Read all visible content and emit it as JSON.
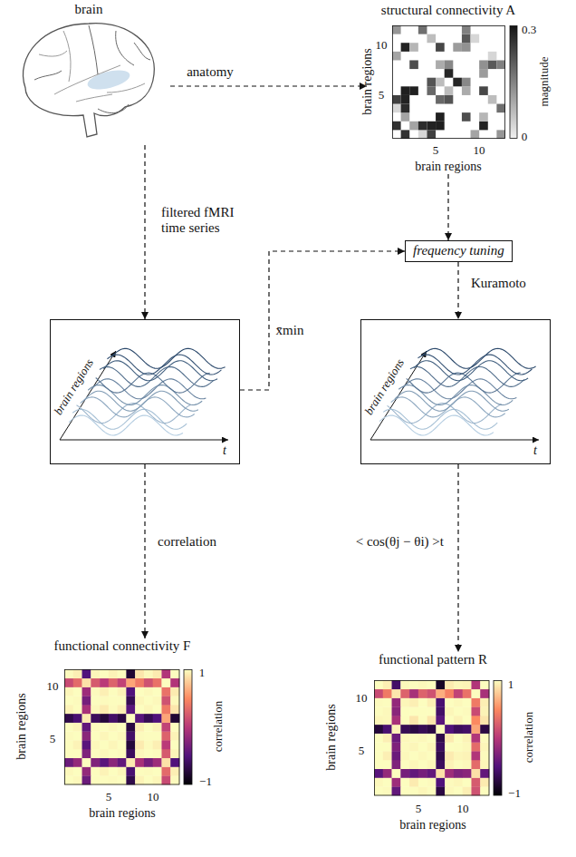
{
  "diagram": {
    "nodes": [
      {
        "text": [
          "brain"
        ]
      },
      {
        "text": [
          "structural connectivity A"
        ]
      },
      {
        "text": [
          "frequency tuning"
        ]
      },
      {
        "text": [
          "brain regions",
          "t"
        ]
      },
      {
        "text": [
          "brain regions",
          "t"
        ]
      },
      {
        "text": [
          "functional connectivity F"
        ]
      },
      {
        "text": [
          "functional pattern R"
        ]
      }
    ],
    "edges": [
      {
        "from": 0,
        "to": 1,
        "arrow": "to",
        "label": "anatomy"
      },
      {
        "from": 0,
        "to": 3,
        "arrow": "to",
        "label": "filtered fMRI time series"
      },
      {
        "from": 1,
        "to": 2,
        "arrow": "to"
      },
      {
        "from": 3,
        "to": 2,
        "arrow": "to",
        "label": "x̄min"
      },
      {
        "from": 2,
        "to": 4,
        "arrow": "to",
        "label": "Kuramoto"
      },
      {
        "from": 3,
        "to": 5,
        "arrow": "to",
        "label": "correlation"
      },
      {
        "from": 4,
        "to": 6,
        "arrow": "to",
        "label": "< cos(θj − θi) >t"
      }
    ],
    "labels": [
      "0.3",
      "0",
      "magnitude",
      "brain regions",
      "10",
      "5",
      "5",
      "10",
      "brain regions",
      "brain regions",
      "10",
      "5",
      "5",
      "10",
      "brain regions",
      "1",
      "correlation",
      "−1",
      "brain regions",
      "10",
      "5",
      "5",
      "10",
      "brain regions",
      "1",
      "correlation",
      "−1"
    ]
  }
}
